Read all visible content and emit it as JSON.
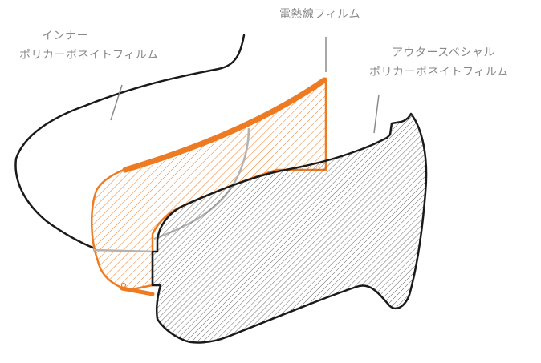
{
  "labels": {
    "inner_line1": "インナー",
    "inner_line2": "ポリカーボネイトフィルム",
    "heater": "電熱線フィルム",
    "outer_line1": "アウタースペシャル",
    "outer_line2": "ポリカーボネイトフィルム"
  },
  "colors": {
    "accent": "#ee7b22",
    "outline": "#1a1a1a",
    "label_text": "#8a8a8a",
    "hidden_edge": "#b3b3b3",
    "background": "#ffffff"
  }
}
